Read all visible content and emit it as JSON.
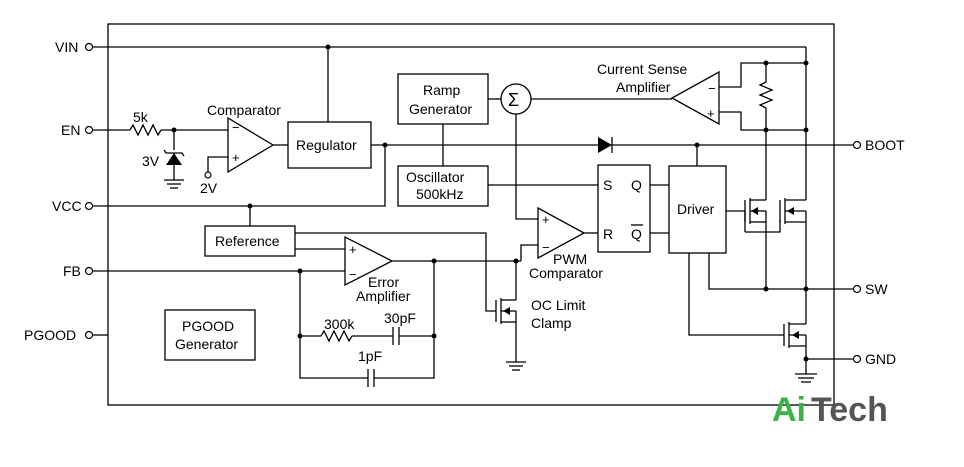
{
  "pins": {
    "vin": "VIN",
    "en": "EN",
    "vcc": "VCC",
    "fb": "FB",
    "pgood": "PGOOD",
    "boot": "BOOT",
    "sw": "SW",
    "gnd": "GND"
  },
  "blocks": {
    "comparator": "Comparator",
    "regulator": "Regulator",
    "ramp_line1": "Ramp",
    "ramp_line2": "Generator",
    "osc_line1": "Oscillator",
    "osc_line2": "500kHz",
    "reference": "Reference",
    "driver": "Driver",
    "pgood_line1": "PGOOD",
    "pgood_line2": "Generator",
    "csa_line1": "Current Sense",
    "csa_line2": "Amplifier",
    "pwm_line1": "PWM",
    "pwm_line2": "Comparator",
    "err_line1": "Error",
    "err_line2": "Amplifier",
    "oc_line1": "OC Limit",
    "oc_line2": "Clamp"
  },
  "components": {
    "r_en": "5k",
    "zener": "3V",
    "vref": "2V",
    "r_comp": "300k",
    "c_comp": "30pF",
    "c_hf": "1pF",
    "sigma": "Σ"
  },
  "latch": {
    "s": "S",
    "r": "R",
    "q": "Q",
    "qbar": "Q"
  },
  "signs": {
    "plus": "+",
    "minus": "−"
  },
  "logo": {
    "ai": "Ai",
    "tech": "Tech",
    "ai_color": "#3cb34a",
    "tech_color": "#555555"
  }
}
